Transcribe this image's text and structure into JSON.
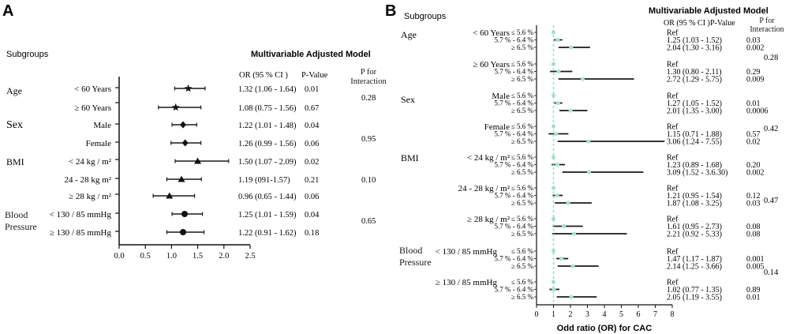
{
  "colors": {
    "text": "#1a1a1a",
    "axis": "#111111",
    "ci_line": "#1a1a1a",
    "marker_a": "#111111",
    "marker_b": "#a9e3cf",
    "ref_line": "#8fd9c2"
  },
  "chart_data": [
    {
      "panel_label": "A",
      "type": "forest",
      "subgroups_header": "Subgroups",
      "model_header": "Multivariable Adjusted Model",
      "col_headers": {
        "or": "OR (95 % CI )",
        "p": "P-Value",
        "pint": "P for Interaction"
      },
      "xlim": [
        0,
        2.5
      ],
      "xticks": [
        "0.0",
        "0.5",
        "1.0",
        "1.5",
        "2.0",
        "2.5"
      ],
      "categories": [
        {
          "name": "Age",
          "pint": "0.28"
        },
        {
          "name": "Sex",
          "pint": "0.95"
        },
        {
          "name": "BMI",
          "pint": "0.10"
        },
        {
          "name": "Blood Pressure",
          "pint": "0.65"
        }
      ],
      "rows": [
        {
          "label": "< 60 Years",
          "or": 1.32,
          "lo": 1.06,
          "hi": 1.64,
          "marker": "star",
          "ci": "1.32 (1.06 - 1.64)",
          "p": "0.01"
        },
        {
          "label": "≥ 60 Years",
          "or": 1.08,
          "lo": 0.75,
          "hi": 1.56,
          "marker": "star",
          "ci": "1.08 (0.75 - 1.56)",
          "p": "0.67"
        },
        {
          "label": "Male",
          "or": 1.22,
          "lo": 1.01,
          "hi": 1.48,
          "marker": "diamond",
          "ci": "1.22 (1.01 - 1.48)",
          "p": "0.04"
        },
        {
          "label": "Female",
          "or": 1.26,
          "lo": 0.99,
          "hi": 1.56,
          "marker": "diamond",
          "ci": "1.26 (0.99 - 1.56)",
          "p": "0.06"
        },
        {
          "label": "< 24 kg / m²",
          "or": 1.5,
          "lo": 1.07,
          "hi": 2.09,
          "marker": "triangle",
          "ci": "1.50 (1.07 - 2.09)",
          "p": "0.02"
        },
        {
          "label": "24 - 28 kg m²",
          "or": 1.19,
          "lo": 0.91,
          "hi": 1.57,
          "marker": "triangle",
          "ci": "1.19 (091-1.57)",
          "p": "0.21"
        },
        {
          "label": "≥ 28 kg / m²",
          "or": 0.96,
          "lo": 0.65,
          "hi": 1.44,
          "marker": "triangle",
          "ci": "0.96 (0.65 - 1.44)",
          "p": "0.06"
        },
        {
          "label": "< 130 / 85 mmHg",
          "or": 1.25,
          "lo": 1.01,
          "hi": 1.59,
          "marker": "circle",
          "ci": "1.25 (1.01 - 1.59)",
          "p": "0.04"
        },
        {
          "label": "≥ 130 / 85 mmHg",
          "or": 1.22,
          "lo": 0.91,
          "hi": 1.62,
          "marker": "circle",
          "ci": "1.22 (0.91 - 1.62)",
          "p": "0.18"
        }
      ]
    },
    {
      "panel_label": "B",
      "type": "forest",
      "subgroups_header": "Subgroups",
      "model_header": "Multivariable Adjusted Model",
      "col_headers": {
        "or": "OR (95 % CI )",
        "p": "P-Value",
        "pint": "P for Interaction"
      },
      "xlabel": "Odd ratio (OR) for CAC",
      "xlim": [
        0,
        8
      ],
      "xticks": [
        "0",
        "1",
        "2",
        "3",
        "4",
        "5",
        "6",
        "7",
        "8"
      ],
      "reference_line": 1,
      "categories": [
        {
          "name": "Age"
        },
        {
          "name": "Sex"
        },
        {
          "name": "BMI"
        },
        {
          "name": "Blood Pressure"
        }
      ],
      "groups": [
        {
          "label": "< 60 Years",
          "pint": "",
          "rows": [
            {
              "level": "≤ 5.6 %",
              "ci": "Ref",
              "p": "",
              "or": 1.0,
              "lo": null,
              "hi": null
            },
            {
              "level": "5.7 % - 6.4 %",
              "ci": "1.25 (1.03 - 1.52)",
              "p": "0.03",
              "or": 1.25,
              "lo": 1.03,
              "hi": 1.52
            },
            {
              "level": "≥ 6.5 %",
              "ci": "2.04 (1.30 - 3.16)",
              "p": "0.002",
              "or": 2.04,
              "lo": 1.3,
              "hi": 3.16
            }
          ]
        },
        {
          "label": "≥ 60 Years",
          "pint": "0.28",
          "rows": [
            {
              "level": "≤ 5.6 %",
              "ci": "Ref",
              "p": "",
              "or": 1.0,
              "lo": null,
              "hi": null
            },
            {
              "level": "5.7 % - 6.4 %",
              "ci": "1.30 (0.80 - 2.11)",
              "p": "0.29",
              "or": 1.3,
              "lo": 0.8,
              "hi": 2.11
            },
            {
              "level": "≥ 6.5 %",
              "ci": "2.72 (1.29 - 5.75)",
              "p": "0.009",
              "or": 2.72,
              "lo": 1.29,
              "hi": 5.75
            }
          ]
        },
        {
          "label": "Male",
          "pint": "",
          "rows": [
            {
              "level": "≤ 5.6 %",
              "ci": "Ref",
              "p": "",
              "or": 1.0,
              "lo": null,
              "hi": null
            },
            {
              "level": "5.7 % - 6.4 %",
              "ci": "1.27 (1.05 - 1.52)",
              "p": "0.01",
              "or": 1.27,
              "lo": 1.05,
              "hi": 1.52
            },
            {
              "level": "≥ 6.5 %",
              "ci": "2.01 (1.35 - 3.00)",
              "p": "0.0006",
              "or": 2.01,
              "lo": 1.35,
              "hi": 3.0
            }
          ]
        },
        {
          "label": "Female",
          "pint": "0.42",
          "rows": [
            {
              "level": "≤ 5.6 %",
              "ci": "Ref",
              "p": "",
              "or": 1.0,
              "lo": null,
              "hi": null
            },
            {
              "level": "5.7 % - 6.4 %",
              "ci": "1.15 (0.71 - 1.88)",
              "p": "0.57",
              "or": 1.15,
              "lo": 0.71,
              "hi": 1.88
            },
            {
              "level": "≥ 6.5 %",
              "ci": "3.06 (1.24 - 7.55)",
              "p": "0.02",
              "or": 3.06,
              "lo": 1.24,
              "hi": 7.55
            }
          ]
        },
        {
          "label": "< 24 kg / m²",
          "pint": "",
          "rows": [
            {
              "level": "≤ 5.6 %",
              "ci": "Ref",
              "p": "",
              "or": 1.0,
              "lo": null,
              "hi": null
            },
            {
              "level": "5.7 % - 6.4 %",
              "ci": "1.23 (0.89 - 1.68)",
              "p": "0.20",
              "or": 1.23,
              "lo": 0.89,
              "hi": 1.68
            },
            {
              "level": "≥ 6.5 %",
              "ci": "3.09 (1.52 - 3.6.30)",
              "p": "0.002",
              "or": 3.09,
              "lo": 1.52,
              "hi": 6.3
            }
          ]
        },
        {
          "label": "24 - 28 kg / m²",
          "pint": "",
          "rows": [
            {
              "level": "≤ 5.6 %",
              "ci": "Ref",
              "p": "",
              "or": 1.0,
              "lo": null,
              "hi": null
            },
            {
              "level": "5.7 % - 6.4 %",
              "ci": "1.21 (0.95 - 1.54)",
              "p": "0.12",
              "or": 1.21,
              "lo": 0.95,
              "hi": 1.54
            },
            {
              "level": "≥ 6.5 %",
              "ci": "1.87 (1.08 - 3.25)",
              "p": "0.03",
              "or": 1.87,
              "lo": 1.08,
              "hi": 3.25
            }
          ]
        },
        {
          "label": "≥ 28 kg / m²",
          "pint": "0.47",
          "rows": [
            {
              "level": "≤ 5.6 %",
              "ci": "Ref",
              "p": "",
              "or": 1.0,
              "lo": null,
              "hi": null
            },
            {
              "level": "5.7 % - 6.4 %",
              "ci": "1.61 (0.95 - 2.73)",
              "p": "0.08",
              "or": 1.61,
              "lo": 0.95,
              "hi": 2.73
            },
            {
              "level": "≥ 6.5 %",
              "ci": "2.21 (0.92 - 5.33)",
              "p": "0.08",
              "or": 2.21,
              "lo": 0.92,
              "hi": 5.33
            }
          ]
        },
        {
          "label": "< 130 / 85 mmHg",
          "pint": "",
          "rows": [
            {
              "level": "≤ 5.6 %",
              "ci": "Ref",
              "p": "",
              "or": 1.0,
              "lo": null,
              "hi": null
            },
            {
              "level": "5.7 % - 6.4 %",
              "ci": "1.47 (1.17 - 1.87)",
              "p": "0.001",
              "or": 1.47,
              "lo": 1.17,
              "hi": 1.87
            },
            {
              "level": "≥ 6.5 %",
              "ci": "2.14 (1.25 - 3.66)",
              "p": "0.005",
              "or": 2.14,
              "lo": 1.25,
              "hi": 3.66
            }
          ]
        },
        {
          "label": "≥ 130 / 85 mmHg",
          "pint": "0.14",
          "rows": [
            {
              "level": "≤ 5.6 %",
              "ci": "Ref",
              "p": "",
              "or": 1.0,
              "lo": null,
              "hi": null
            },
            {
              "level": "5.7 % - 6.4 %",
              "ci": "1.02 (0.77 - 1.35)",
              "p": "0.89",
              "or": 1.02,
              "lo": 0.77,
              "hi": 1.35
            },
            {
              "level": "≥ 6.5 %",
              "ci": "2.05 (1.19 - 3.55)",
              "p": "0.01",
              "or": 2.05,
              "lo": 1.19,
              "hi": 3.55
            }
          ]
        }
      ]
    }
  ]
}
